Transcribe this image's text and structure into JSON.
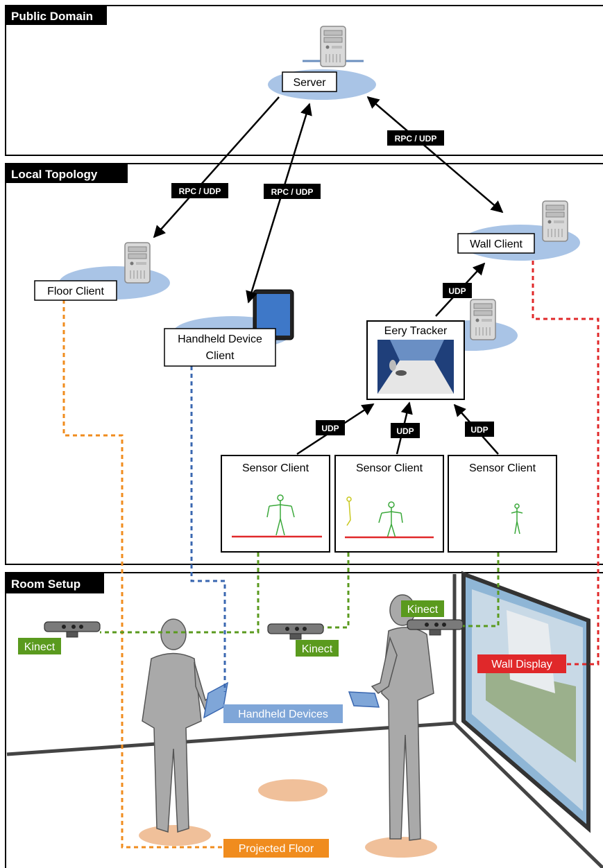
{
  "sections": {
    "public_domain": "Public Domain",
    "local_topology": "Local Topology",
    "room_setup": "Room Setup"
  },
  "nodes": {
    "server": "Server",
    "floor_client": "Floor Client",
    "handheld_client_line1": "Handheld Device",
    "handheld_client_line2": "Client",
    "wall_client": "Wall Client",
    "eery_tracker": "Eery Tracker",
    "sensor_client": "Sensor Client"
  },
  "edges": {
    "rpc_udp": "RPC / UDP",
    "udp": "UDP"
  },
  "room_labels": {
    "kinect": "Kinect",
    "handheld_devices": "Handheld Devices",
    "wall_display": "Wall Display",
    "projected_floor": "Projected Floor"
  },
  "colors": {
    "section_tag": "#000000",
    "platform": "#a9c4e6",
    "floor_line": "#f08c1e",
    "handheld_line": "#3a67b0",
    "kinect_line": "#5a9a1e",
    "wall_line": "#e0282a",
    "kinect_label": "#5a9a1e",
    "handheld_label": "#7fa6d8",
    "wall_label": "#e0282a",
    "floor_label": "#f08c1e",
    "floor_spot": "#f0c09a"
  }
}
